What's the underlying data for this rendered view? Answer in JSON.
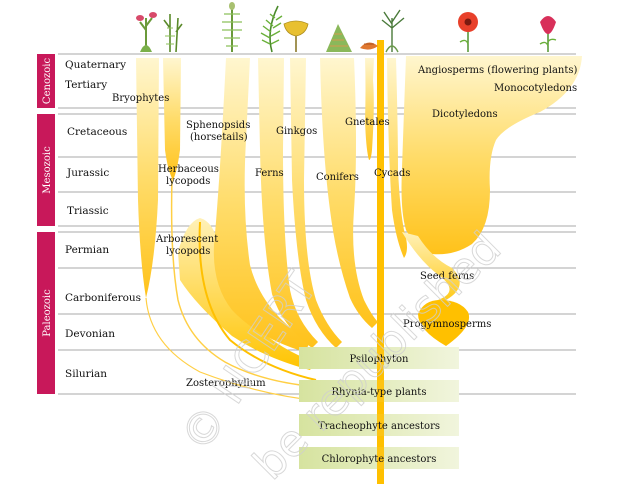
{
  "eras": [
    {
      "name": "Cenozoic"
    },
    {
      "name": "Mesozoic"
    },
    {
      "name": "Paleozoic"
    }
  ],
  "periods": [
    "Quaternary",
    "Tertiary",
    "Cretaceous",
    "Jurassic",
    "Triassic",
    "Permian",
    "Carboniferous",
    "Devonian",
    "Silurian"
  ],
  "groups": {
    "bryophytes": "Bryophytes",
    "sphenopsids": "Sphenopsids",
    "sphenopsids_sub": "(horsetails)",
    "ginkgos": "Ginkgos",
    "gnetales": "Gnetales",
    "angiosperms": "Angiosperms (flowering plants)",
    "monocotyledons": "Monocotyledons",
    "dicotyledons": "Dicotyledons",
    "herbaceous_1": "Herbaceous",
    "herbaceous_2": "lycopods",
    "ferns": "Ferns",
    "conifers": "Conifers",
    "cycads": "Cycads",
    "arborescent_1": "Arborescent",
    "arborescent_2": "lycopods",
    "seed_ferns": "Seed ferns",
    "progymnosperms": "Progymnosperms",
    "zosterophyllum": "Zosterophyllum"
  },
  "ancestors": [
    "Psilophyton",
    "Rhynia-type plants",
    "Tracheophyte ancestors",
    "Chlorophyte ancestors"
  ],
  "watermark": [
    "© NCERT",
    "be republished"
  ],
  "colors": {
    "era": "#c8185a",
    "branch_top": "#fff3c4",
    "branch_bottom": "#ffc21a",
    "trunk": "#ffc000",
    "box": "#e4edc4"
  },
  "icons": [
    "bryophyte-plant-icon",
    "lycopod-plant-icon",
    "horsetail-plant-icon",
    "fern-plant-icon",
    "ginkgo-leaf-icon",
    "conifer-cone-icon",
    "cycad-plant-icon",
    "gnetales-plant-icon",
    "flower-red-icon",
    "flower-pink-icon"
  ]
}
